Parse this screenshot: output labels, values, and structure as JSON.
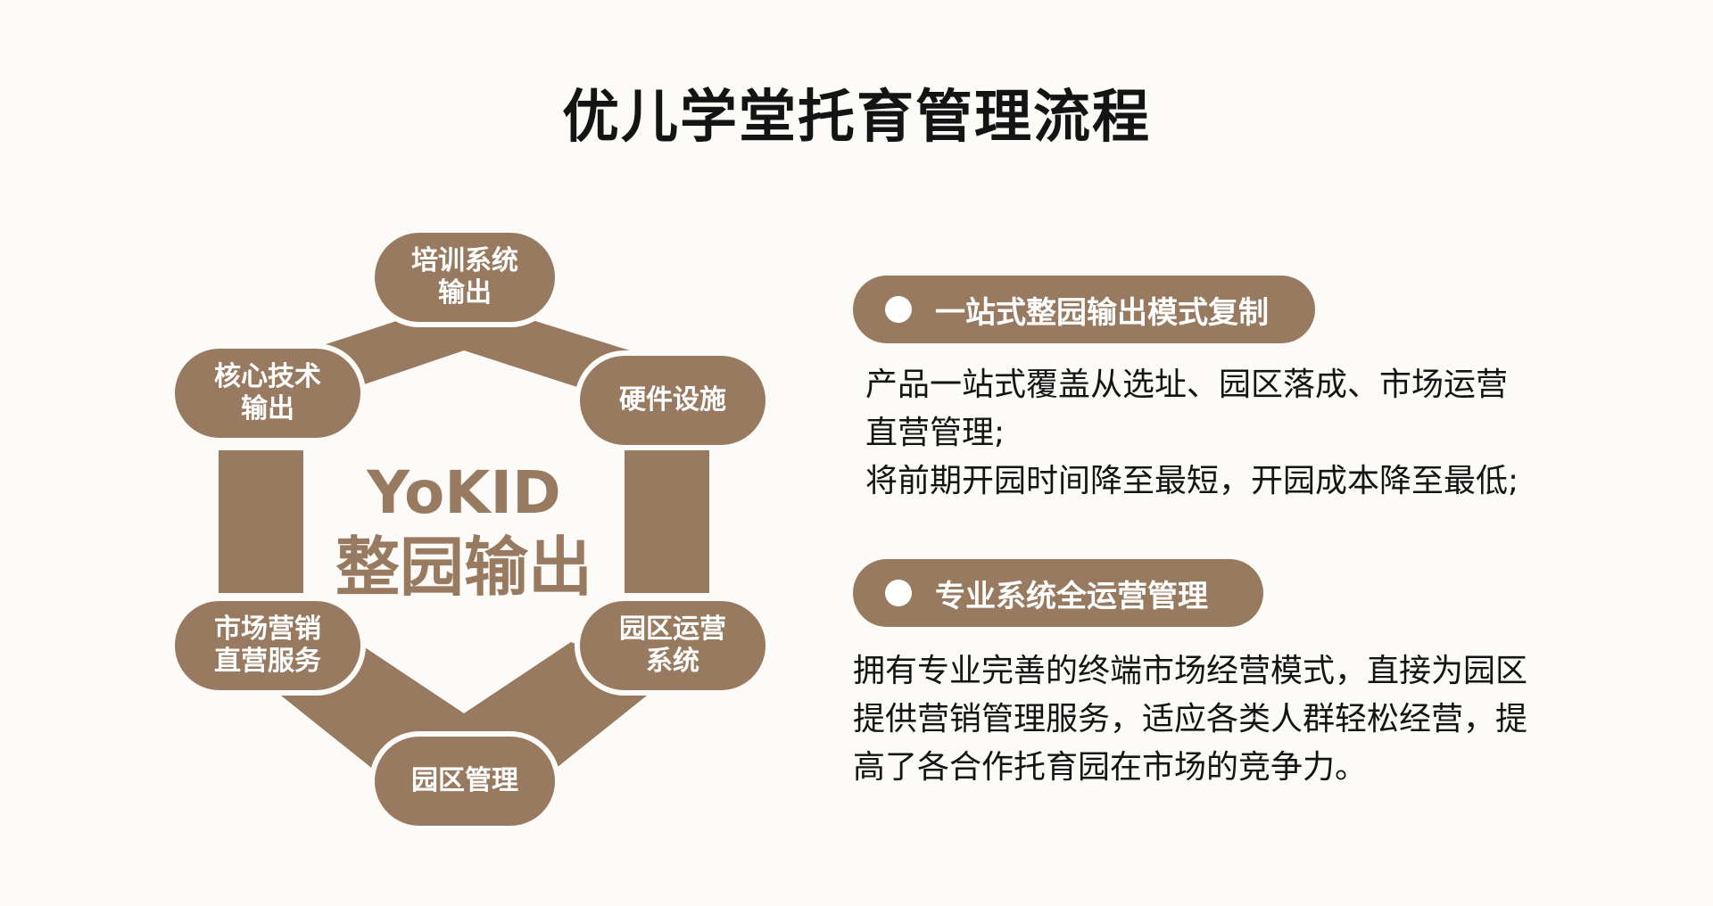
{
  "title": "优儿学堂托育管理流程",
  "diagram": {
    "center": {
      "brand": "YoKID",
      "label": "整园输出"
    },
    "nodes": [
      {
        "line1": "培训系统",
        "line2": "输出"
      },
      {
        "line1": "硬件设施",
        "line2": ""
      },
      {
        "line1": "园区运营",
        "line2": "系统"
      },
      {
        "line1": "园区管理",
        "line2": ""
      },
      {
        "line1": "市场营销",
        "line2": "直营服务"
      },
      {
        "line1": "核心技术",
        "line2": "输出"
      }
    ],
    "colors": {
      "accent": "#987a60",
      "background": "#fcfbf8"
    }
  },
  "sections": [
    {
      "heading": "一站式整园输出模式复制",
      "lines": [
        "产品一站式覆盖从选址、园区落成、市场运营",
        "直营管理;",
        "将前期开园时间降至最短，开园成本降至最低;"
      ]
    },
    {
      "heading": "专业系统全运营管理",
      "lines": [
        "拥有专业完善的终端市场经营模式，直接为园区",
        "提供营销管理服务，适应各类人群轻松经营，提",
        "高了各合作托育园在市场的竞争力。"
      ]
    }
  ]
}
